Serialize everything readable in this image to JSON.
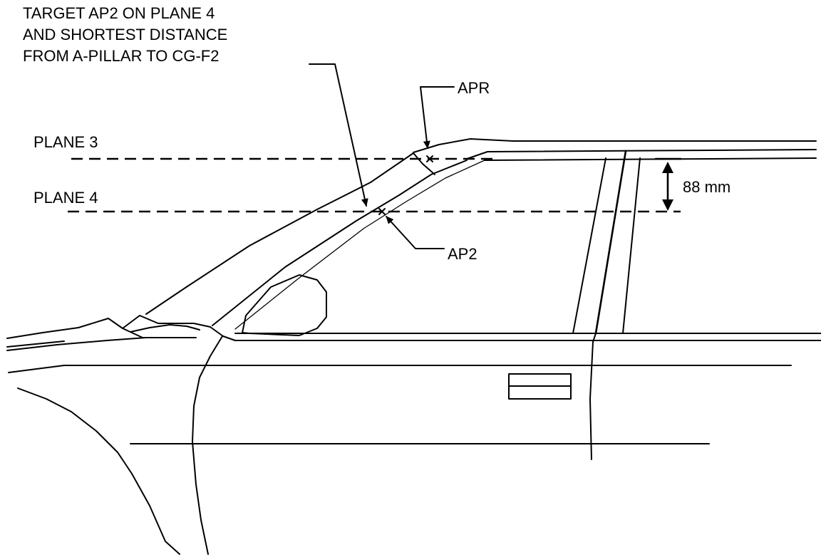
{
  "labels": {
    "target_line1": "TARGET AP2 ON PLANE 4",
    "target_line2": "AND SHORTEST DISTANCE",
    "target_line3": "FROM A-PILLAR TO CG-F2",
    "apr": "APR",
    "plane3": "PLANE 3",
    "plane4": "PLANE 4",
    "ap2": "AP2",
    "dimension": "88 mm"
  },
  "colors": {
    "line": "#000000",
    "background": "#ffffff"
  }
}
